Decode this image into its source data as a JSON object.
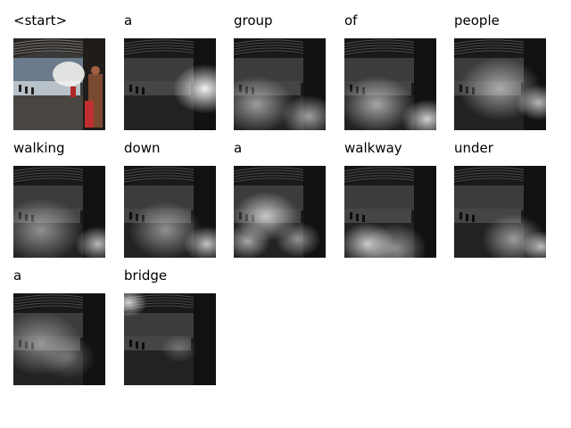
{
  "words": [
    "<start>",
    "a",
    "group",
    "of",
    "people",
    "walking",
    "down",
    "a",
    "walkway",
    "under",
    "a",
    "bridge"
  ]
}
